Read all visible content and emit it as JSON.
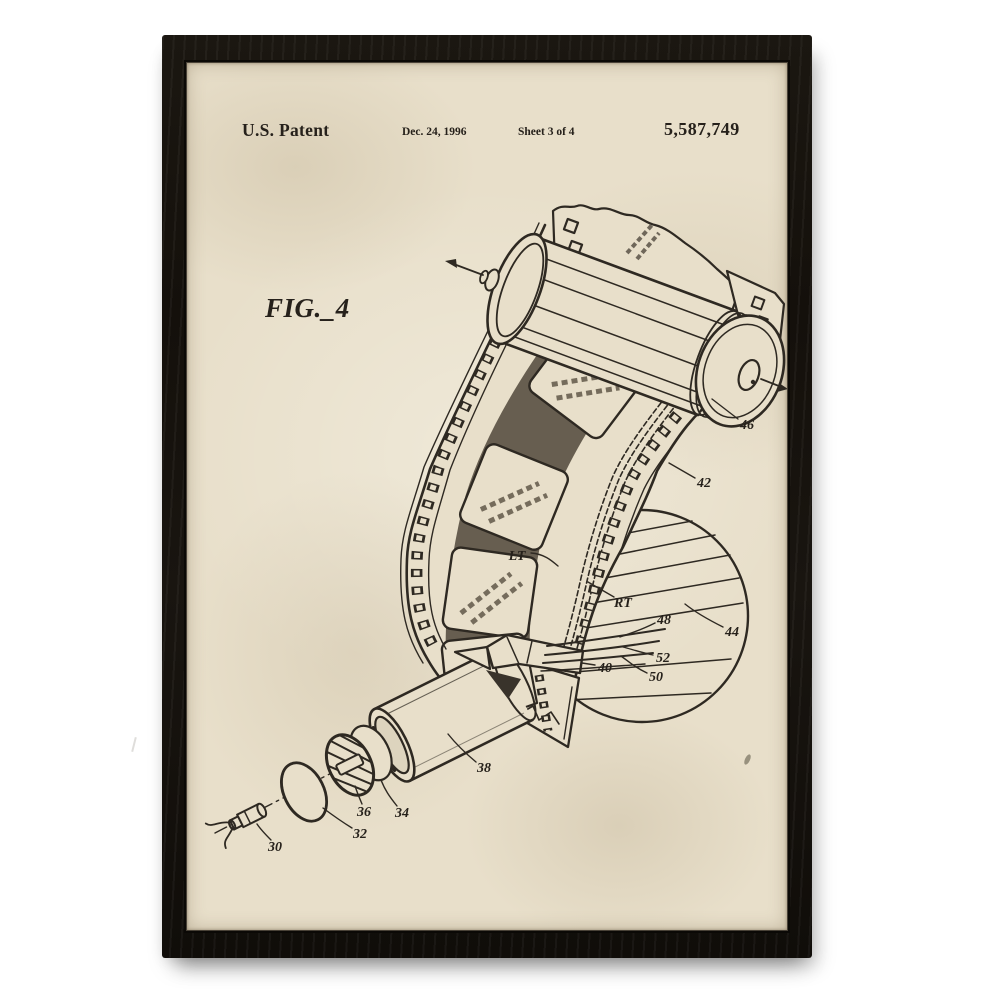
{
  "poster": {
    "header": {
      "title": "U.S. Patent",
      "date": "Dec. 24, 1996",
      "sheet": "Sheet 3 of 4",
      "patent_number": "5,587,749"
    },
    "figure": {
      "label": "FIG._4"
    },
    "callouts": {
      "c30": "30",
      "c32": "32",
      "c34": "34",
      "c36": "36",
      "c38": "38",
      "c40": "40",
      "c42": "42",
      "c44": "44",
      "c46": "46",
      "c48": "48",
      "c50": "50",
      "c52": "52",
      "lt": "LT",
      "rt": "RT"
    },
    "colors": {
      "background": "#ffffff",
      "frame": "#17130e",
      "paper": "#e8dfca",
      "ink": "#2e2922"
    }
  }
}
